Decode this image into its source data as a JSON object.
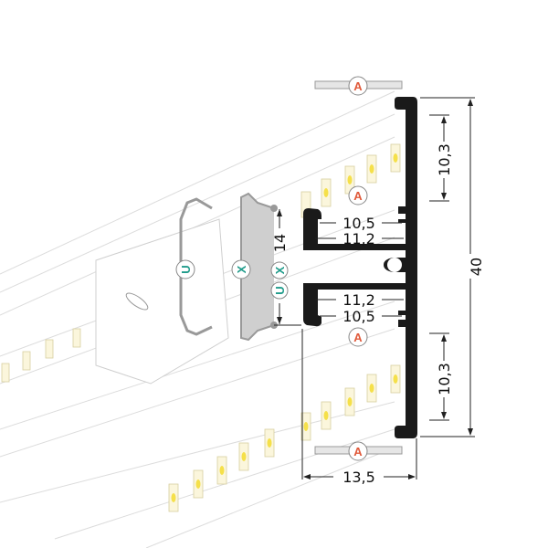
{
  "diagram": {
    "dimensions": {
      "height_total": "40",
      "upper_depth": "10,3",
      "lower_depth": "10,3",
      "upper_inner_width": "10,5",
      "upper_outer_width": "11,2",
      "lower_outer_width": "11,2",
      "lower_inner_width": "10,5",
      "width_total": "13,5",
      "cover_height": "14"
    },
    "labels": {
      "a": "A",
      "u": "U",
      "x": "X"
    },
    "colors": {
      "profile": "#1a1a1a",
      "label_a": "#e0593a",
      "label_ux": "#1f9b8a",
      "led": "#f5e04a",
      "cover": "#b9b9b9"
    }
  }
}
